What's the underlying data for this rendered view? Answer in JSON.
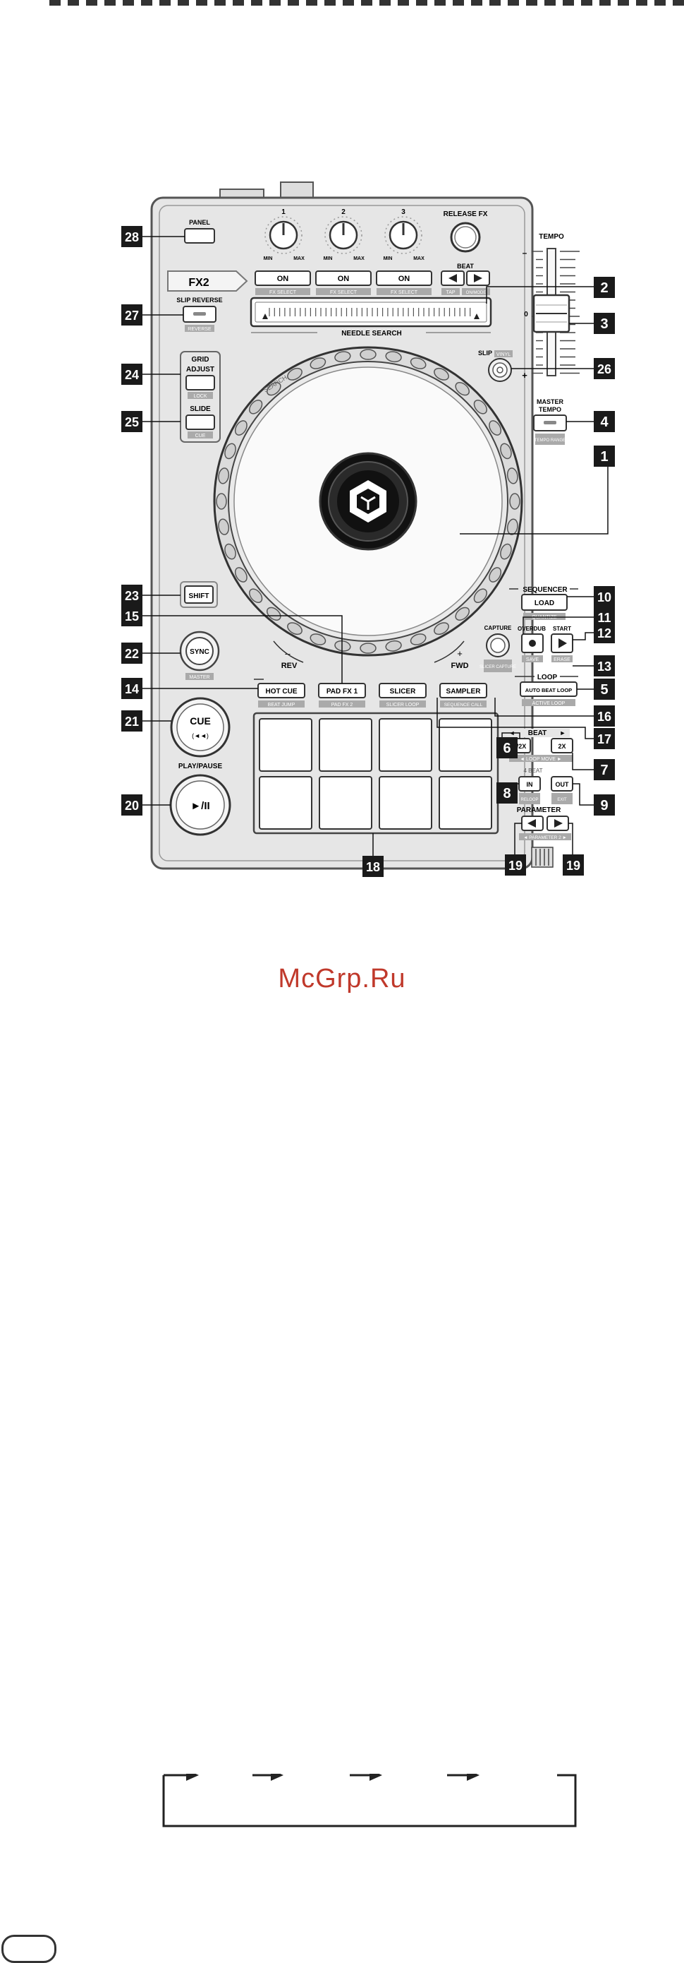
{
  "panel": {
    "fx_unit": "FX2",
    "panel_button": "PANEL",
    "slip_reverse": "SLIP REVERSE",
    "slip_reverse_sub": "REVERSE",
    "grid_adjust": [
      "GRID",
      "ADJUST"
    ],
    "grid_adjust_sub": "LOCK",
    "slide": "SLIDE",
    "slide_sub": "CUE",
    "shift": "SHIFT",
    "sync": "SYNC",
    "sync_sub": "MASTER",
    "cue": "CUE",
    "cue_sub": "(◄◄)",
    "play_pause_label": "PLAY/PAUSE",
    "play_pause_symbol": "►/II",
    "knob_numbers": [
      "1",
      "2",
      "3"
    ],
    "knob_min": "MIN",
    "knob_max": "MAX",
    "fx_on": "ON",
    "fx_select": "FX SELECT",
    "release_fx": "RELEASE FX",
    "beat": "BEAT",
    "beat_sub_1": "TAP",
    "beat_sub_2": "ON/MODE",
    "needle_search": "NEEDLE SEARCH",
    "tempo": "TEMPO",
    "tempo_minus": "–",
    "tempo_zero": "0",
    "tempo_plus": "+",
    "slip": "SLIP",
    "slip_sub": "VINYL",
    "master_tempo": [
      "MASTER",
      "TEMPO"
    ],
    "master_tempo_sub": "TEMPO RANGE",
    "jog_ring_text": "SEARCH",
    "rev": "REV",
    "fwd": "FWD",
    "rev_sign": "–",
    "fwd_sign": "+",
    "sequencer": "SEQUENCER",
    "load": "LOAD",
    "load_sub": "QUANTIZE",
    "capture": "CAPTURE",
    "capture_sub": "SLICER CAPTURE",
    "overdub": "OVERDUB",
    "start": "START",
    "save": "SAVE",
    "erase": "ERASE",
    "loop": "LOOP",
    "auto_beat_loop": "AUTO BEAT LOOP",
    "auto_beat_loop_sub": "ACTIVE LOOP",
    "mode_buttons": [
      "HOT CUE",
      "PAD FX 1",
      "SLICER",
      "SAMPLER"
    ],
    "mode_subs": [
      "BEAT JUMP",
      "PAD FX 2",
      "SLICER LOOP",
      "SEQUENCE CALL"
    ],
    "beat_nav": [
      "◄",
      "BEAT",
      "►"
    ],
    "half": "1/2X",
    "double": "2X",
    "loop_move": "◄ LOOP MOVE ►",
    "four_beat": "4 BEAT",
    "in": "IN",
    "out": "OUT",
    "in_sub": "RELOOP",
    "out_sub": "EXIT",
    "parameter": "PARAMETER",
    "parameter_sub": "◄ PARAMETER 2 ►"
  },
  "callouts": [
    "28",
    "27",
    "24",
    "25",
    "23",
    "22",
    "21",
    "20",
    "2",
    "3",
    "26",
    "4",
    "1",
    "10",
    "11",
    "12",
    "13",
    "5",
    "14",
    "15",
    "16",
    "17",
    "6",
    "7",
    "8",
    "9",
    "18",
    "19",
    "19"
  ],
  "watermark": "McGrp.Ru",
  "colors": {
    "panel": "#e8e8e8",
    "callout": "#1a1a1a",
    "watermark": "#c0392b"
  }
}
